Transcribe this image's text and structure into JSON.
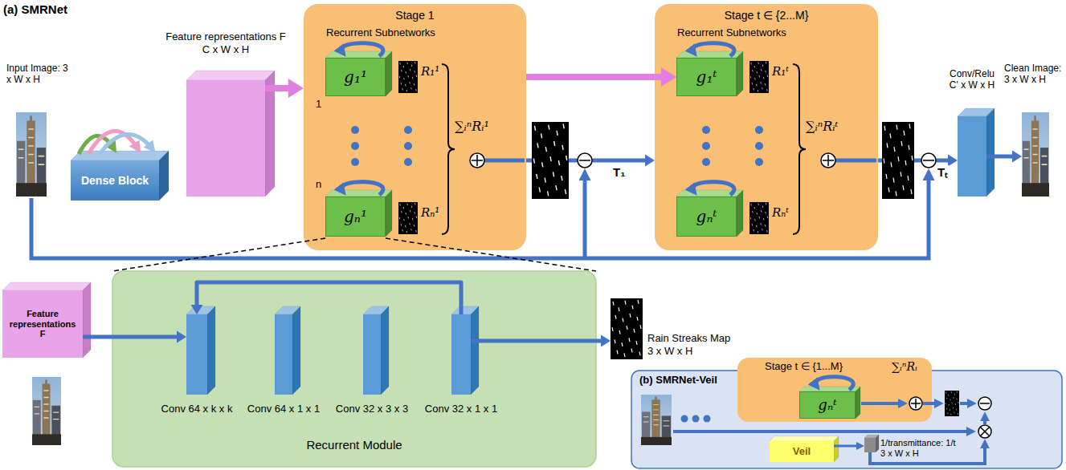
{
  "diagram": {
    "nodes": [
      {
        "text": [
          "Input Image: 3 x W x H"
        ]
      },
      {
        "text": [
          "Dense Block"
        ]
      },
      {
        "text": [
          "Feature representations F C x W x H"
        ]
      },
      {
        "text": [
          "Stage 1",
          "Recurrent Subnetworks"
        ]
      },
      {
        "text": [
          "g₁¹"
        ],
        "in": 3
      },
      {
        "text": [
          "gₙ¹"
        ],
        "in": 3
      },
      {
        "text": [
          "Stage t ∈ {2...M}",
          "Recurrent Subnetworks"
        ]
      },
      {
        "text": [
          "g₁ᵗ"
        ],
        "in": 6
      },
      {
        "text": [
          "gₙᵗ"
        ],
        "in": 6
      },
      {
        "text": [
          "Conv/Relu C' x W x H"
        ]
      },
      {
        "text": [
          "Clean Image: 3 x W x H"
        ]
      },
      {
        "text": [
          "Feature representations F"
        ]
      },
      {
        "text": [
          "Recurrent Module"
        ]
      },
      {
        "text": [
          "Conv 64 x k x k"
        ],
        "in": 12
      },
      {
        "text": [
          "Conv 64 x 1 x 1"
        ],
        "in": 12
      },
      {
        "text": [
          "Conv 32 x 3 x 3"
        ],
        "in": 12
      },
      {
        "text": [
          "Conv 32 x 1 x 1"
        ],
        "in": 12
      },
      {
        "text": [
          "Rain Streaks Map 3 x W x H"
        ]
      },
      {
        "text": [
          "(b) SMRNet-Veil"
        ]
      },
      {
        "text": [
          "Stage t ∈ {1...M}"
        ],
        "in": 18
      },
      {
        "text": [
          "gₙᵗ"
        ],
        "in": 19
      },
      {
        "text": [
          "Veil"
        ],
        "in": 18
      },
      {
        "text": [
          "1/transmittance: 1/t 3 x W x H"
        ],
        "in": 18
      }
    ],
    "edges": [
      {
        "from": 2,
        "to": 3,
        "arrow": "to"
      },
      {
        "from": 3,
        "to": 7,
        "arrow": "to"
      },
      {
        "from": 3,
        "to": 6,
        "label": "T₁",
        "arrow": "to"
      },
      {
        "from": 6,
        "to": 9,
        "label": "Tₜ",
        "arrow": "to"
      },
      {
        "from": 9,
        "to": 10,
        "arrow": "to"
      },
      {
        "from": 11,
        "to": 13,
        "arrow": "to"
      },
      {
        "from": 16,
        "to": 13,
        "arrow": "to"
      },
      {
        "from": 16,
        "to": 17,
        "arrow": "to"
      },
      {
        "from": 21,
        "to": 22,
        "arrow": "to"
      }
    ],
    "labels": [
      "(a) SMRNet",
      "1",
      "n",
      "R₁¹",
      "Rₙ¹",
      "∑ᵢⁿRᵢ¹",
      "R₁ᵗ",
      "Rₙᵗ",
      "∑ᵢⁿRᵢᵗ",
      "∑ᵢⁿRᵢ"
    ]
  }
}
